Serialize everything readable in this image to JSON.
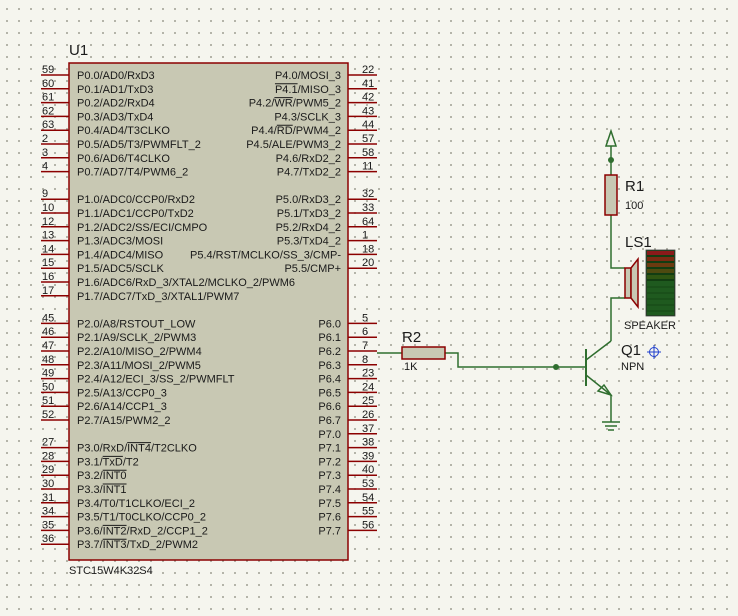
{
  "colors": {
    "wire": "#2f6e2f",
    "component_outline": "#8b0000",
    "component_fill": "#c8c8b3",
    "pin_line": "#8b0000",
    "text": "#1a1a1a",
    "junction": "#2f6e2f",
    "background": "#f5f5ee"
  },
  "u1": {
    "ref": "U1",
    "part": "STC15W4K32S4",
    "left_pins": [
      {
        "num": "59",
        "name": "P0.0/AD0/RxD3"
      },
      {
        "num": "60",
        "name": "P0.1/AD1/TxD3"
      },
      {
        "num": "61",
        "name": "P0.2/AD2/RxD4"
      },
      {
        "num": "62",
        "name": "P0.3/AD3/TxD4"
      },
      {
        "num": "63",
        "name": "P0.4/AD4/T3CLKO"
      },
      {
        "num": "2",
        "name": "P0.5/AD5/T3/PWMFLT_2"
      },
      {
        "num": "3",
        "name": "P0.6/AD6/T4CLKO"
      },
      {
        "num": "4",
        "name": "P0.7/AD7/T4/PWM6_2"
      },
      {
        "num": "9",
        "name": "P1.0/ADC0/CCP0/RxD2"
      },
      {
        "num": "10",
        "name": "P1.1/ADC1/CCP0/TxD2"
      },
      {
        "num": "12",
        "name": "P1.2/ADC2/SS/ECI/CMPO"
      },
      {
        "num": "13",
        "name": "P1.3/ADC3/MOSI"
      },
      {
        "num": "14",
        "name": "P1.4/ADC4/MISO"
      },
      {
        "num": "15",
        "name": "P1.5/ADC5/SCLK"
      },
      {
        "num": "16",
        "name": "P1.6/ADC6/RxD_3/XTAL2/MCLKO_2/PWM6"
      },
      {
        "num": "17",
        "name": "P1.7/ADC7/TxD_3/XTAL1/PWM7"
      },
      {
        "num": "45",
        "name": "P2.0/A8/RSTOUT_LOW"
      },
      {
        "num": "46",
        "name": "P2.1/A9/SCLK_2/PWM3"
      },
      {
        "num": "47",
        "name": "P2.2/A10/MISO_2/PWM4"
      },
      {
        "num": "48",
        "name": "P2.3/A11/MOSI_2/PWM5"
      },
      {
        "num": "49",
        "name": "P2.4/A12/ECI_3/SS_2/PWMFLT"
      },
      {
        "num": "50",
        "name": "P2.5/A13/CCP0_3"
      },
      {
        "num": "51",
        "name": "P2.6/A14/CCP1_3"
      },
      {
        "num": "52",
        "name": "P2.7/A15/PWM2_2"
      },
      {
        "num": "27",
        "name": "P3.0/RxD/INT4/T2CLKO"
      },
      {
        "num": "28",
        "name": "P3.1/TxD/T2"
      },
      {
        "num": "29",
        "name": "P3.2/INT0"
      },
      {
        "num": "30",
        "name": "P3.3/INT1"
      },
      {
        "num": "31",
        "name": "P3.4/T0/T1CLKO/ECI_2"
      },
      {
        "num": "34",
        "name": "P3.5/T1/T0CLKO/CCP0_2"
      },
      {
        "num": "35",
        "name": "P3.6/INT2/RxD_2/CCP1_2"
      },
      {
        "num": "36",
        "name": "P3.7/INT3/TxD_2/PWM2"
      }
    ],
    "right_pins": [
      {
        "num": "22",
        "name": "P4.0/MOSI_3"
      },
      {
        "num": "41",
        "name": "P4.1/MISO_3"
      },
      {
        "num": "42",
        "name": "P4.2/WR/PWM5_2"
      },
      {
        "num": "43",
        "name": "P4.3/SCLK_3"
      },
      {
        "num": "44",
        "name": "P4.4/RD/PWM4_2"
      },
      {
        "num": "57",
        "name": "P4.5/ALE/PWM3_2"
      },
      {
        "num": "58",
        "name": "P4.6/RxD2_2"
      },
      {
        "num": "11",
        "name": "P4.7/TxD2_2"
      },
      {
        "num": "32",
        "name": "P5.0/RxD3_2"
      },
      {
        "num": "33",
        "name": "P5.1/TxD3_2"
      },
      {
        "num": "64",
        "name": "P5.2/RxD4_2"
      },
      {
        "num": "1",
        "name": "P5.3/TxD4_2"
      },
      {
        "num": "18",
        "name": "P5.4/RST/MCLKO/SS_3/CMP-"
      },
      {
        "num": "20",
        "name": "P5.5/CMP+"
      },
      {
        "num": "5",
        "name": "P6.0"
      },
      {
        "num": "6",
        "name": "P6.1"
      },
      {
        "num": "7",
        "name": "P6.2"
      },
      {
        "num": "8",
        "name": "P6.3"
      },
      {
        "num": "23",
        "name": "P6.4"
      },
      {
        "num": "24",
        "name": "P6.5"
      },
      {
        "num": "25",
        "name": "P6.6"
      },
      {
        "num": "26",
        "name": "P6.7"
      },
      {
        "num": "37",
        "name": "P7.0"
      },
      {
        "num": "38",
        "name": "P7.1"
      },
      {
        "num": "39",
        "name": "P7.2"
      },
      {
        "num": "40",
        "name": "P7.3"
      },
      {
        "num": "53",
        "name": "P7.4"
      },
      {
        "num": "54",
        "name": "P7.5"
      },
      {
        "num": "55",
        "name": "P7.6"
      },
      {
        "num": "56",
        "name": "P7.7"
      }
    ]
  },
  "r1": {
    "ref": "R1",
    "value": "100"
  },
  "r2": {
    "ref": "R2",
    "value": "1K"
  },
  "q1": {
    "ref": "Q1",
    "value": "NPN"
  },
  "ls1": {
    "ref": "LS1",
    "value": "SPEAKER"
  }
}
